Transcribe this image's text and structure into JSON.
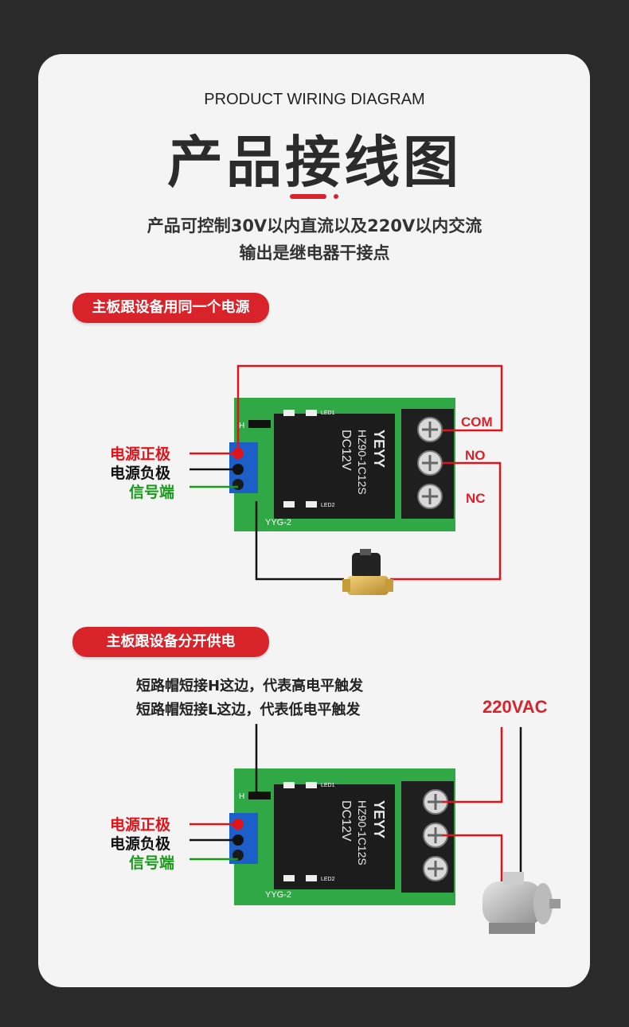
{
  "header": {
    "eng_title": "PRODUCT WIRING DIAGRAM",
    "cn_title": "产品接线图",
    "desc_line1": "产品可控制30V以内直流以及220V以内交流",
    "desc_line2": "输出是继电器干接点"
  },
  "section1": {
    "pill": "主板跟设备用同一个电源",
    "labels": {
      "pos": "电源正极",
      "neg": "电源负极",
      "sig": "信号端"
    },
    "terminals": {
      "com": "COM",
      "no": "NO",
      "nc": "NC"
    },
    "board": {
      "relay_brand": "YEYY",
      "relay_model": "HZ90-1C12S",
      "relay_voltage": "DC12V",
      "board_name": "YYG-2",
      "led1": "LED1",
      "led2": "LED2",
      "jumper_h": "H"
    }
  },
  "section2": {
    "pill": "主板跟设备分开供电",
    "note1": "短路帽短接H这边，代表高电平触发",
    "note2": "短路帽短接L这边，代表低电平触发",
    "vac": "220VAC",
    "labels": {
      "pos": "电源正极",
      "neg": "电源负极",
      "sig": "信号端"
    },
    "board": {
      "relay_brand": "YEYY",
      "relay_model": "HZ90-1C12S",
      "relay_voltage": "DC12V",
      "board_name": "YYG-2",
      "led1": "LED1",
      "led2": "LED2",
      "jumper_h": "H"
    }
  },
  "colors": {
    "accent": "#d8232a",
    "board_green": "#2fa845",
    "wire_red": "#e1131a",
    "wire_black": "#111111",
    "wire_green": "#1a9a1a"
  }
}
